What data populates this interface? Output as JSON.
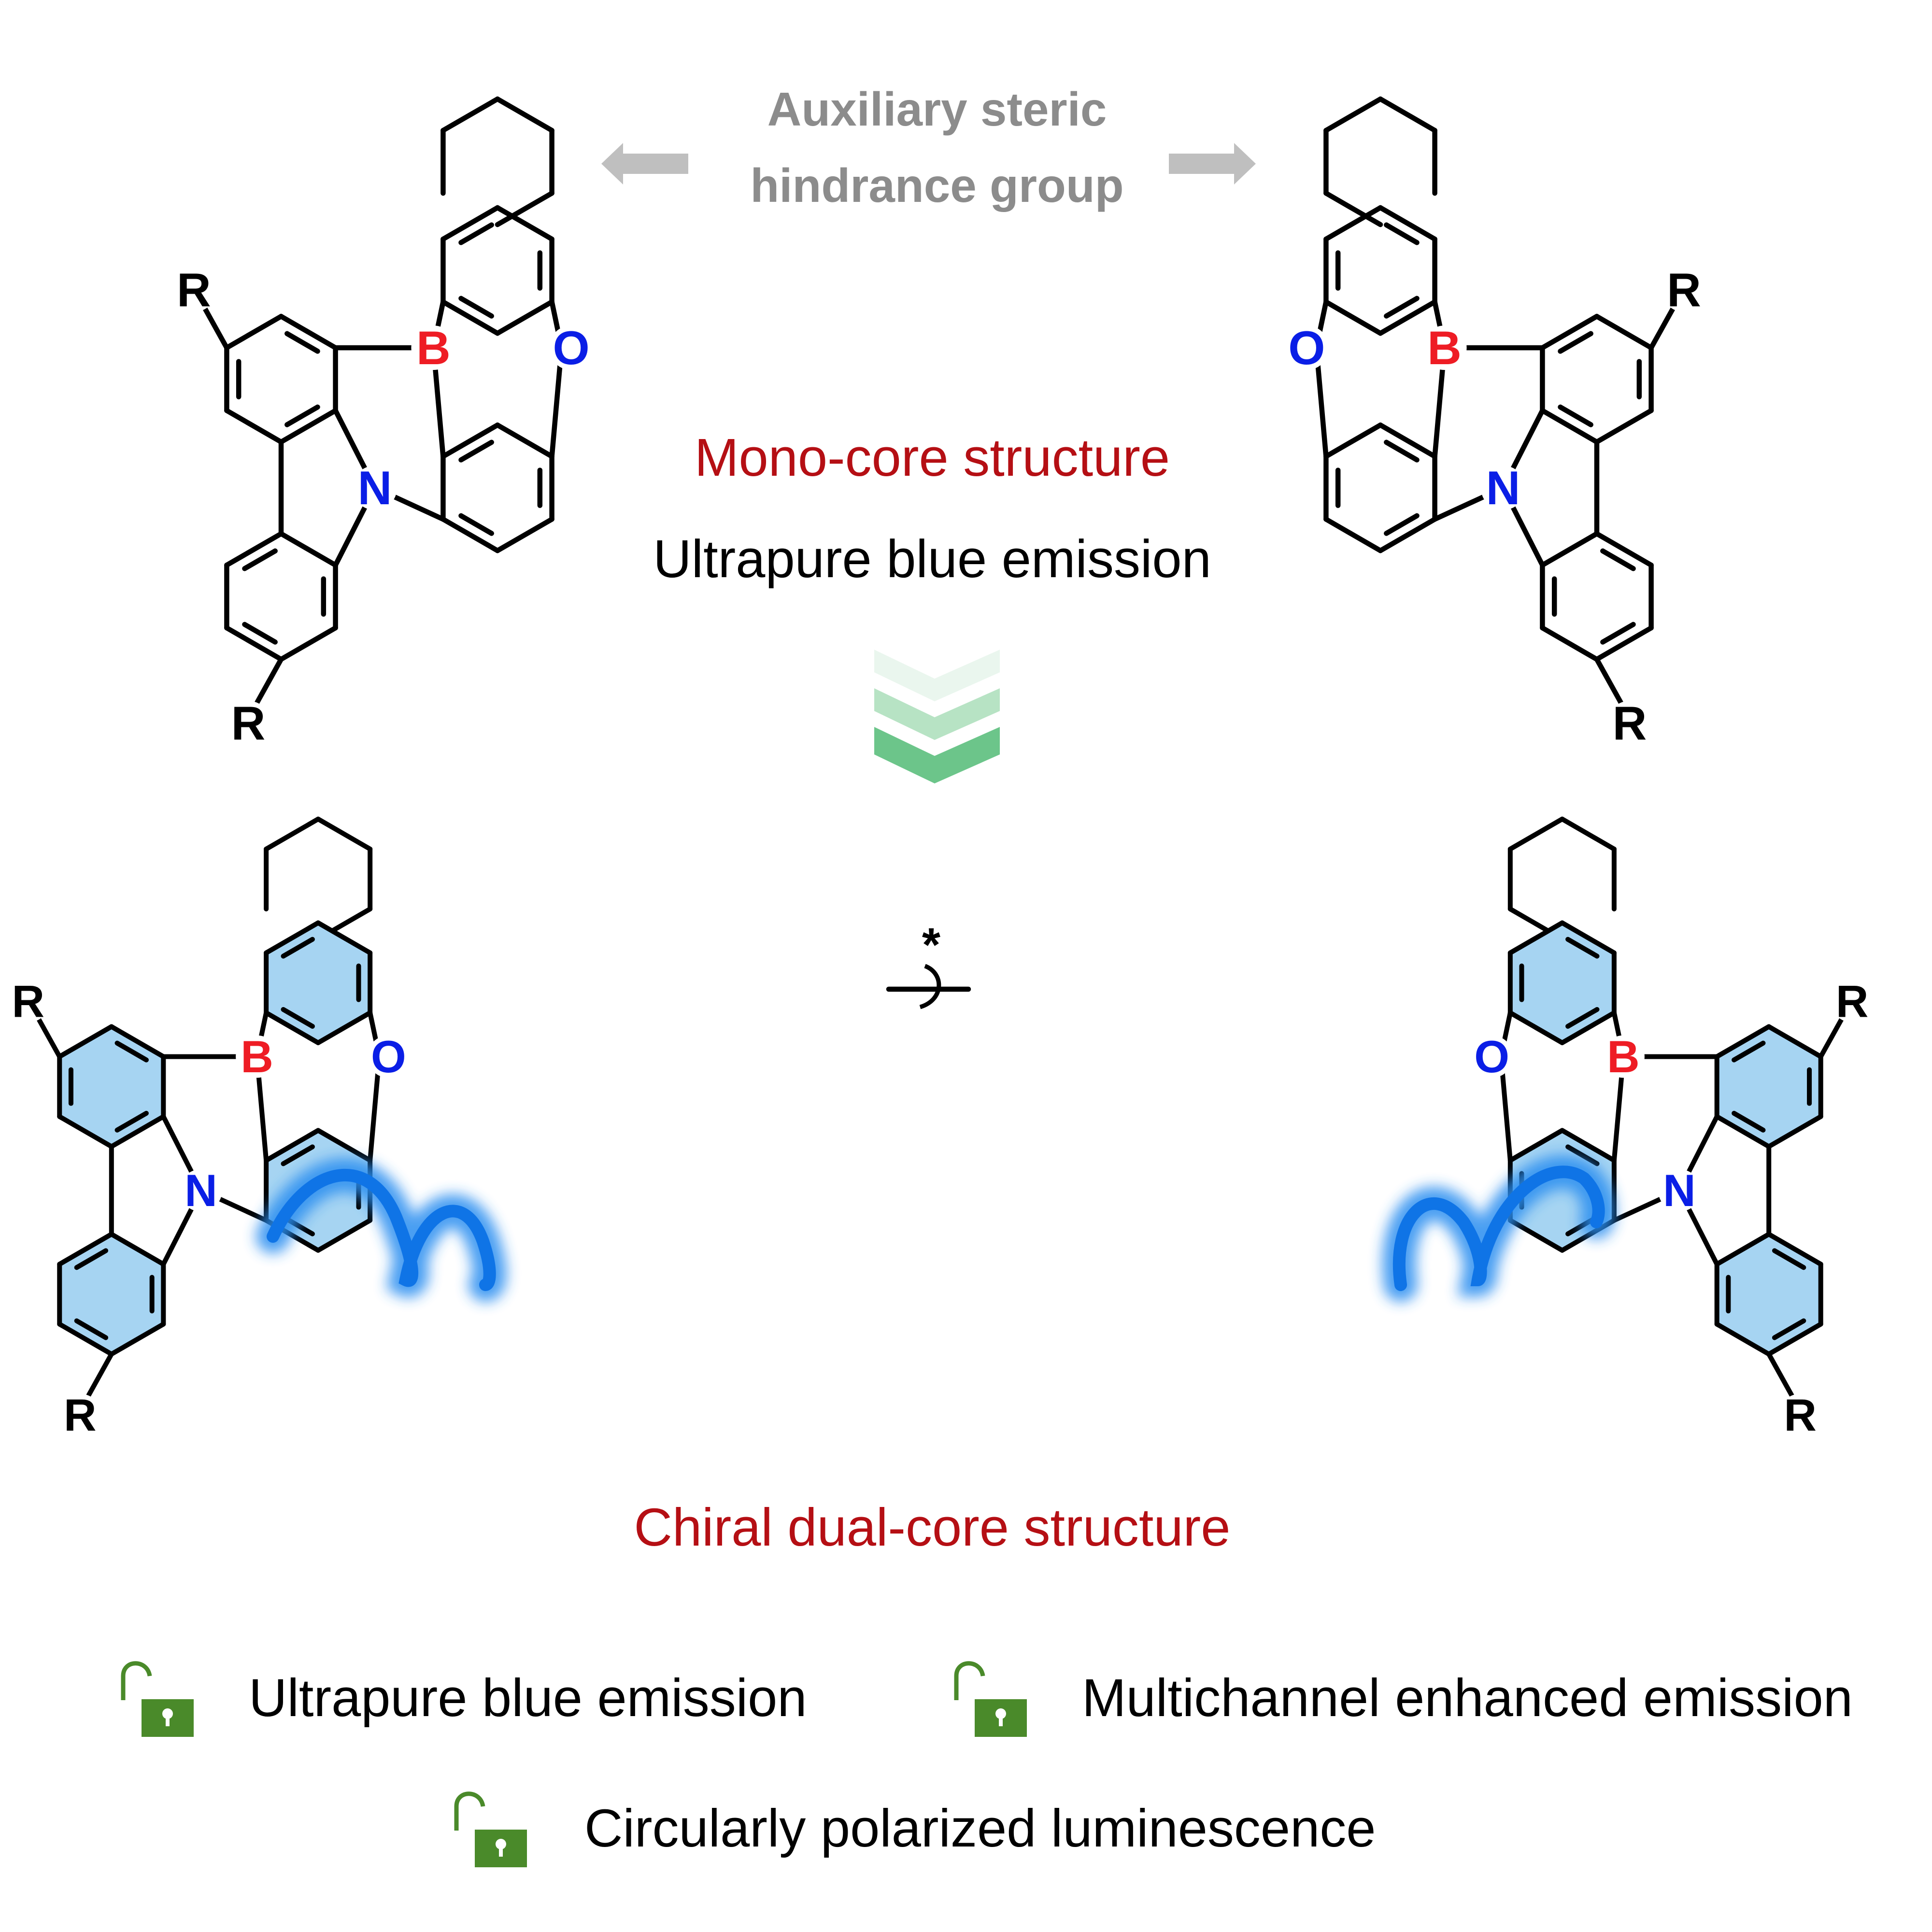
{
  "header": {
    "steric_line1": "Auxiliary steric",
    "steric_line2": "hindrance group"
  },
  "mono": {
    "title": "Mono-core structure",
    "subtitle": "Ultrapure blue emission"
  },
  "dual": {
    "title": "Chiral dual-core structure",
    "chiral_mark": "*"
  },
  "atoms": {
    "boron": "B",
    "oxygen": "O",
    "nitrogen": "N",
    "substituent": "R"
  },
  "features": [
    {
      "label": "Ultrapure blue emission"
    },
    {
      "label": "Multichannel enhanced emission"
    },
    {
      "label": "Circularly polarized luminescence"
    }
  ],
  "colors": {
    "boron": "#ee1c24",
    "hetero": "#0a1ee6",
    "title_red": "#b50f14",
    "grey": "#8c8c8c",
    "ring_fill": "#a6d4f2",
    "glow": "#2a8ef0",
    "lock": "#4a8a2a",
    "chevron": "#6cc58a"
  },
  "icons": {
    "feature_icon": "unlocked-padlock-icon",
    "wave_icon": "glow-wave-icon",
    "arrow_icon": "down-chevrons-icon"
  }
}
